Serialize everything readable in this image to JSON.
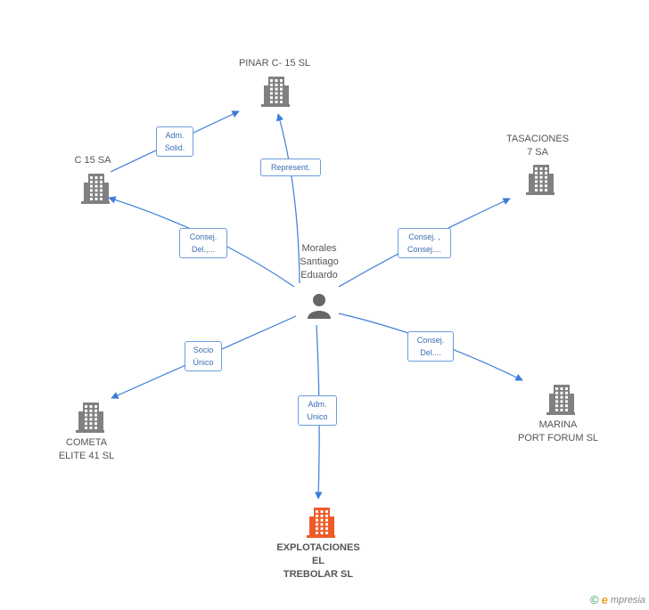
{
  "center": {
    "label": "Morales\nSantiago\nEduardo",
    "icon": "person-icon"
  },
  "companies": [
    {
      "id": "pinar",
      "label": "PINAR C- 15 SL",
      "icon": "building-icon",
      "color": "#808080"
    },
    {
      "id": "c15",
      "label": "C 15 SA",
      "icon": "building-icon",
      "color": "#808080"
    },
    {
      "id": "tasaciones",
      "label": "TASACIONES\n7 SA",
      "icon": "building-icon",
      "color": "#808080"
    },
    {
      "id": "cometa",
      "label": "COMETA\nELITE 41 SL",
      "icon": "building-icon",
      "color": "#808080"
    },
    {
      "id": "marina",
      "label": "MARINA\nPORT FORUM SL",
      "icon": "building-icon",
      "color": "#808080"
    },
    {
      "id": "explotaciones",
      "label": "EXPLOTACIONES\nEL\nTREBOLAR SL",
      "icon": "building-icon",
      "color": "#f05a28"
    }
  ],
  "relations": [
    {
      "id": "r-c15-pinar",
      "label": "Adm.\nSolid."
    },
    {
      "id": "r-center-pinar",
      "label": "Represent."
    },
    {
      "id": "r-center-c15",
      "label": "Consej.\nDel.,..."
    },
    {
      "id": "r-center-tasaciones",
      "label": "Consej. ,\nConsej...."
    },
    {
      "id": "r-center-cometa",
      "label": "Socio\nÚnico"
    },
    {
      "id": "r-center-marina",
      "label": "Consej.\nDel...."
    },
    {
      "id": "r-center-explotaciones",
      "label": "Adm.\nUnico"
    }
  ],
  "footer": {
    "copyright_symbol": "©",
    "brand_initial": "e",
    "brand_rest": "mpresia"
  },
  "colors": {
    "edge": "#3b7dd8",
    "building": "#808080",
    "focus": "#f05a28",
    "person": "#666666"
  }
}
